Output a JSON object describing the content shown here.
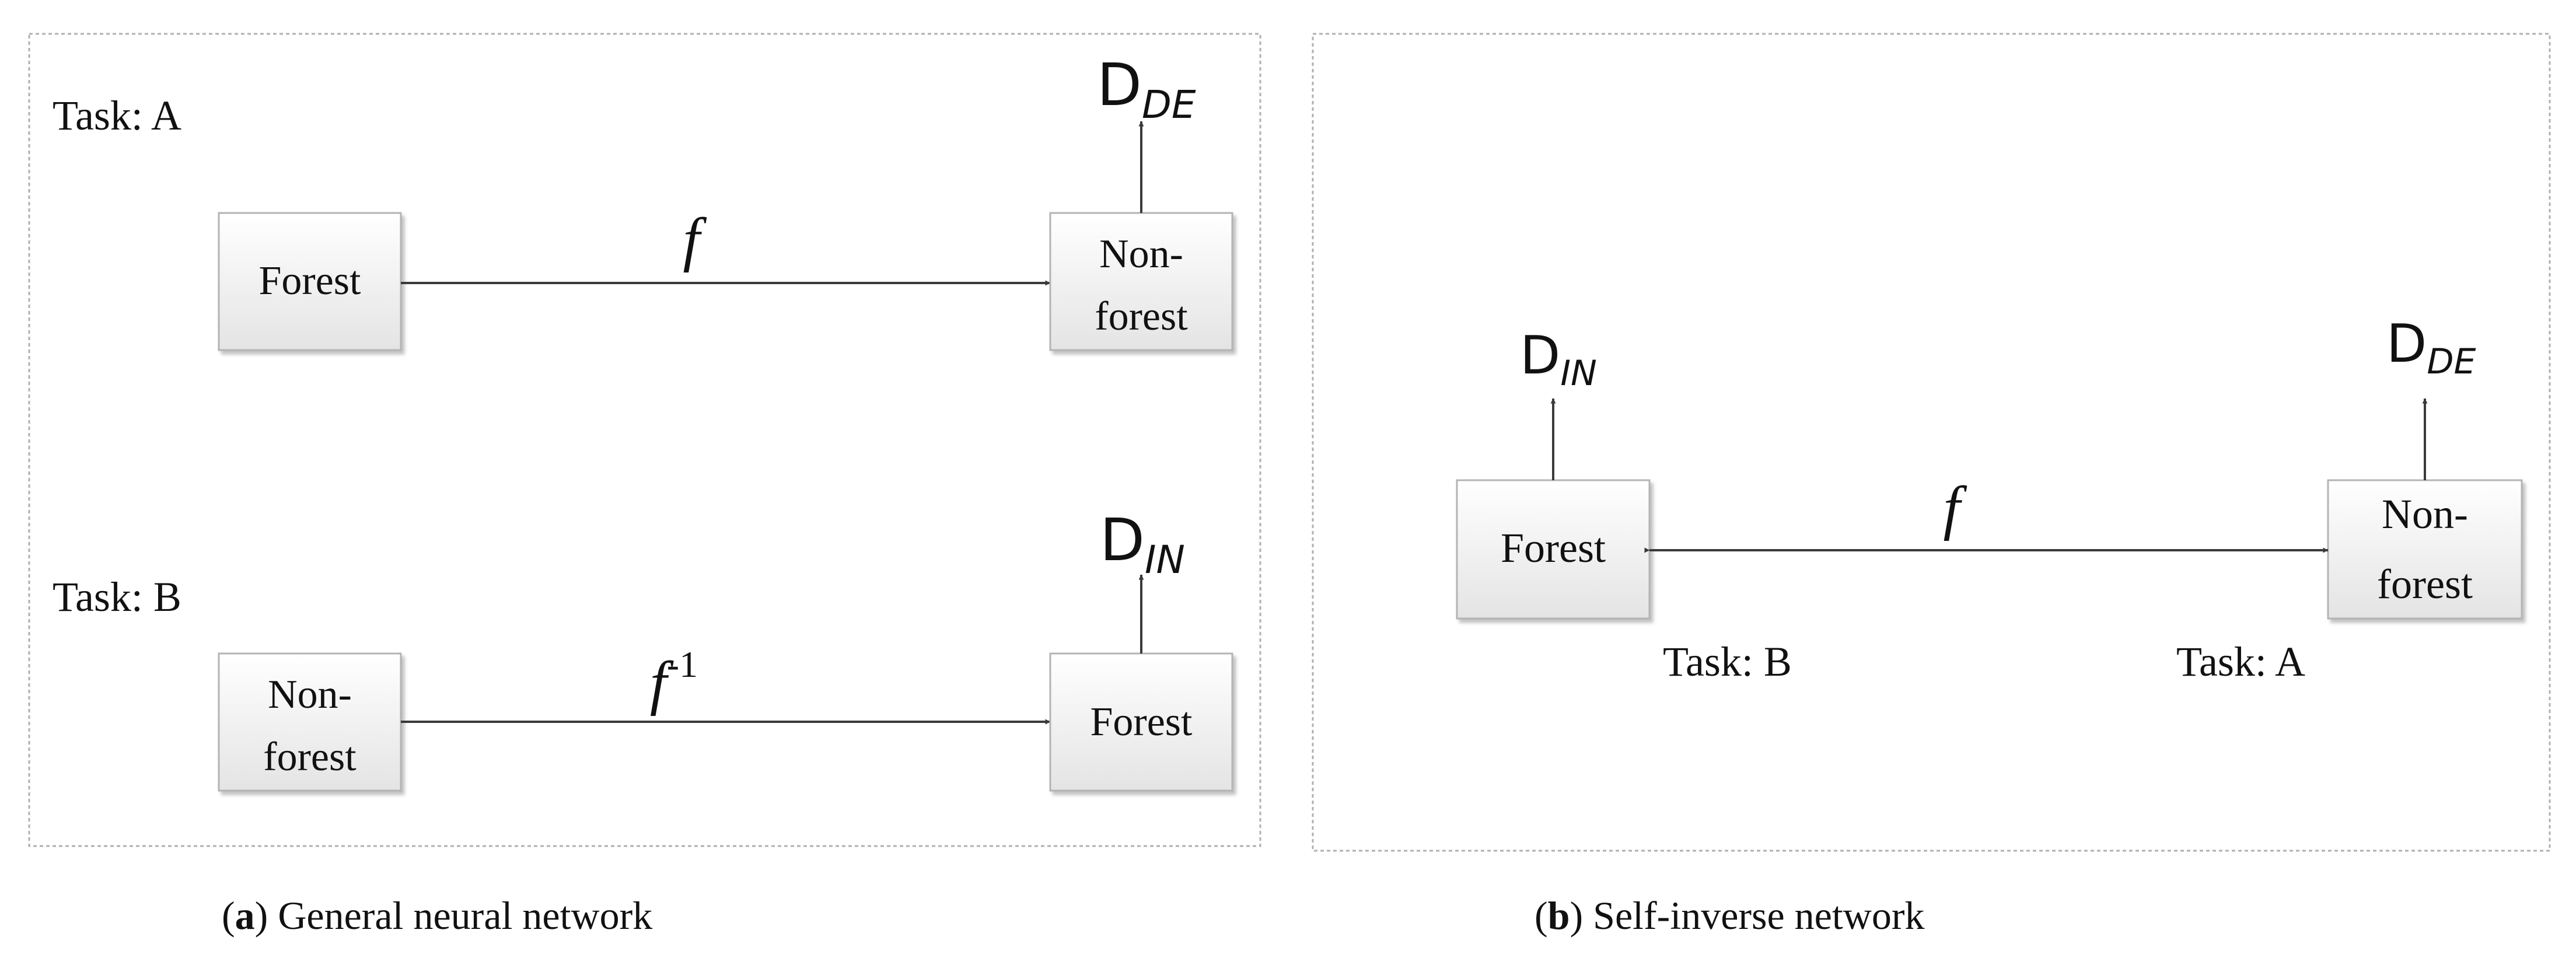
{
  "panel_a": {
    "task_a_label": "Task: A",
    "task_b_label": "Task: B",
    "row1": {
      "source_box": "Forest",
      "target_box_line1": "Non-",
      "target_box_line2": "forest",
      "function": "f",
      "output_main": "D",
      "output_sub": "DE"
    },
    "row2": {
      "source_box_line1": "Non-",
      "source_box_line2": "forest",
      "target_box": "Forest",
      "function": "f",
      "function_sup": "-1",
      "output_main": "D",
      "output_sub": "IN"
    },
    "caption_letter": "a",
    "caption_text": "General neural network"
  },
  "panel_b": {
    "left_box": "Forest",
    "right_box_line1": "Non-",
    "right_box_line2": "forest",
    "function": "f",
    "left_output_main": "D",
    "left_output_sub": "IN",
    "right_output_main": "D",
    "right_output_sub": "DE",
    "task_b_label": "Task: B",
    "task_a_label": "Task: A",
    "caption_letter": "b",
    "caption_text": "Self-inverse network"
  },
  "colors": {
    "line": "#3a3a3a",
    "frame": "#b0b0b0",
    "box_border": "#b4b4b4",
    "box_fill_top": "#ffffff",
    "box_fill_bottom": "#e6e6e6",
    "text": "#111111"
  }
}
